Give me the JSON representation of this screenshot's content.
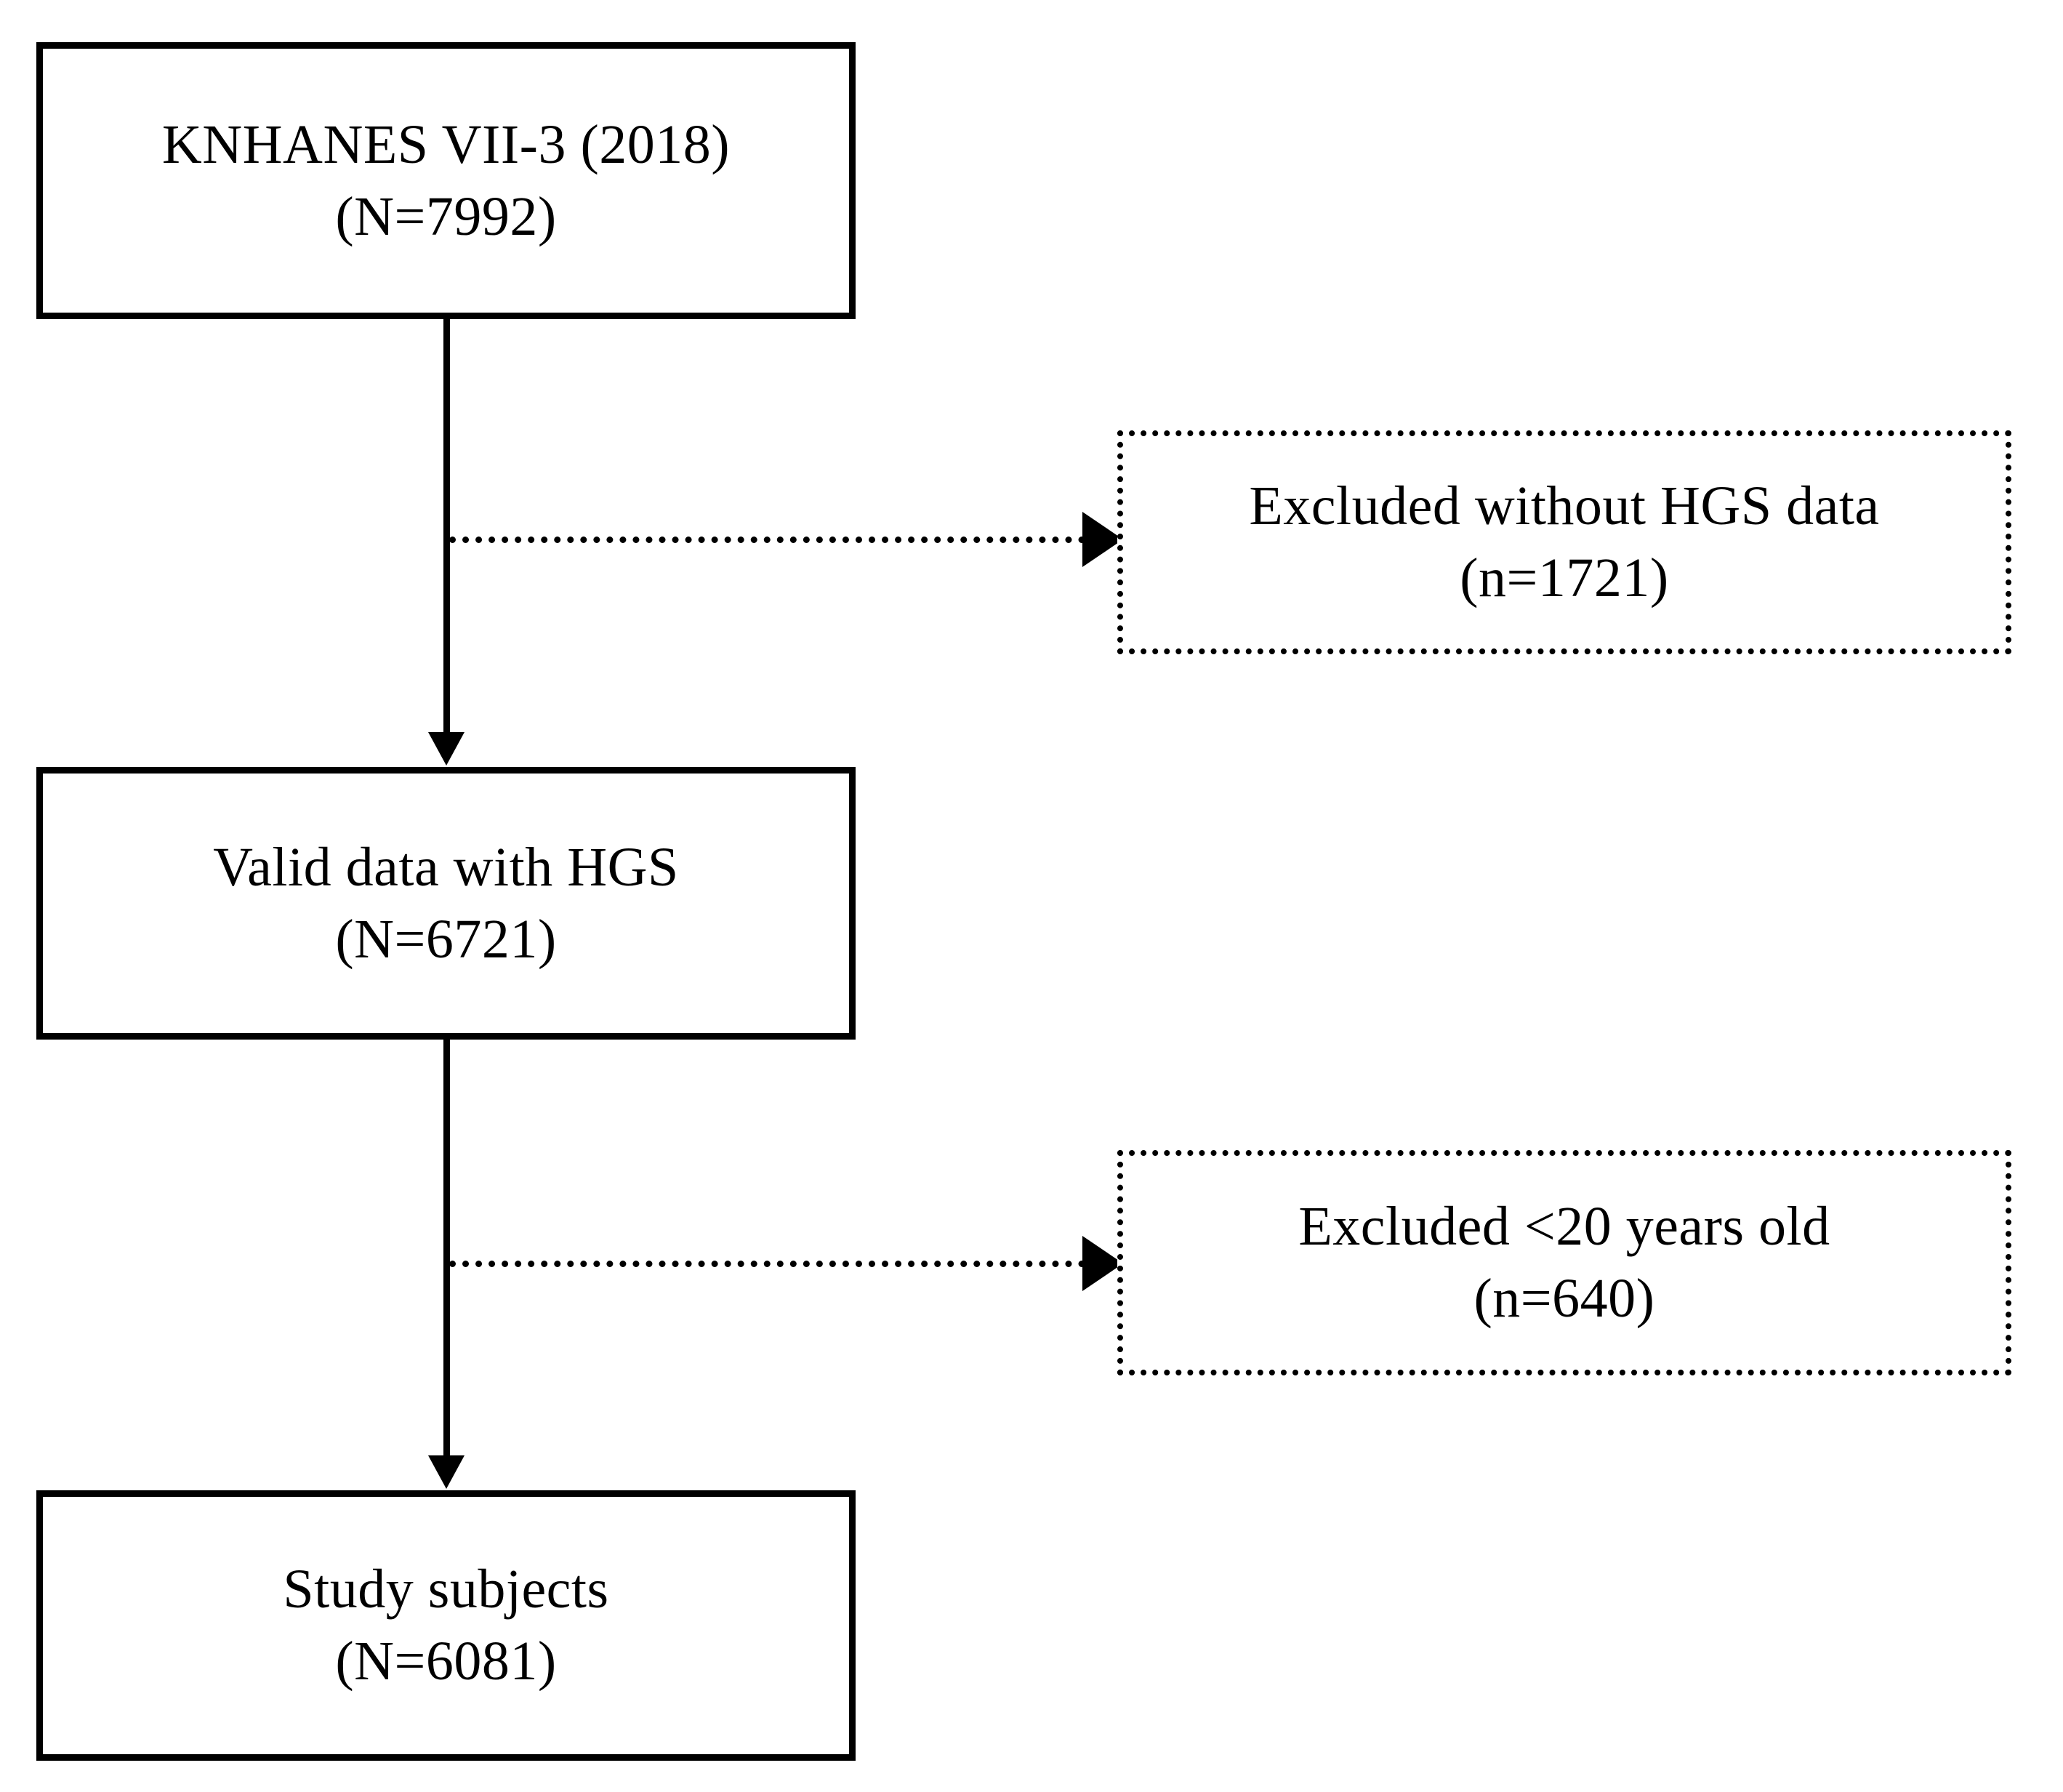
{
  "diagram": {
    "type": "study-participant-flowchart",
    "background_color": "#FFFFFF",
    "stroke_color": "#000000",
    "nodes": [
      {
        "id": "source",
        "style": "solid-border-box",
        "line1": "KNHANES VII-3 (2018)",
        "line2": "(N=7992)",
        "count_label": "N",
        "count_value": 7992
      },
      {
        "id": "valid",
        "style": "solid-border-box",
        "line1": "Valid data with HGS",
        "line2": "(N=6721)",
        "count_label": "N",
        "count_value": 6721
      },
      {
        "id": "study",
        "style": "solid-border-box",
        "line1": "Study subjects",
        "line2": "(N=6081)",
        "count_label": "N",
        "count_value": 6081
      }
    ],
    "exclusions": [
      {
        "id": "excl-hgs",
        "style": "dotted-border-box",
        "line1": "Excluded without HGS data",
        "line2": "(n=1721)",
        "count_label": "n",
        "count_value": 1721
      },
      {
        "id": "excl-age",
        "style": "dotted-border-box",
        "line1": "Excluded <20 years old",
        "line2": "(n=640)",
        "count_label": "n",
        "count_value": 640
      }
    ],
    "connectors": [
      {
        "id": "source-to-valid",
        "kind": "solid-vertical-arrow",
        "from": "source",
        "to": "valid"
      },
      {
        "id": "valid-to-study",
        "kind": "solid-vertical-arrow",
        "from": "valid",
        "to": "study"
      },
      {
        "id": "source-to-excl-hgs",
        "kind": "dotted-horizontal-arrow",
        "from": "source-to-valid",
        "to": "excl-hgs"
      },
      {
        "id": "valid-to-excl-age",
        "kind": "dotted-horizontal-arrow",
        "from": "valid-to-study",
        "to": "excl-age"
      }
    ]
  }
}
